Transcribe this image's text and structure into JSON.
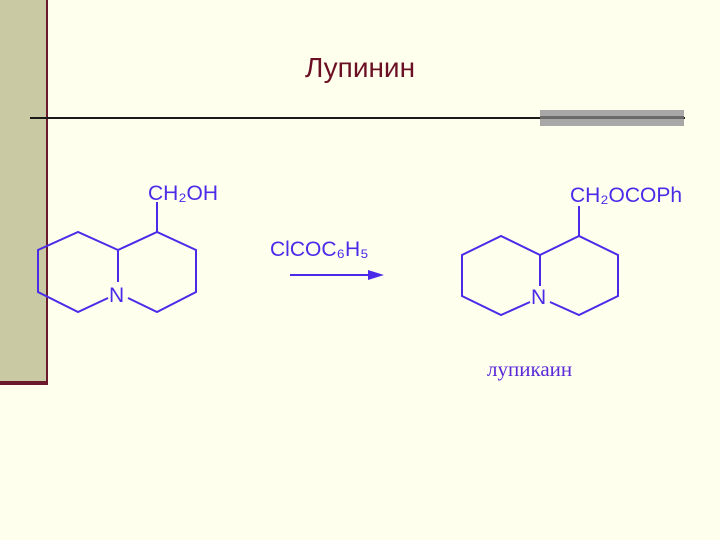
{
  "title": "Лупинин",
  "reactant": {
    "substituent": "CH₂OH",
    "ring_atom": "N"
  },
  "reagent": "ClCOC₆H₅",
  "product": {
    "substituent": "CH₂OCOPh",
    "ring_atom": "N",
    "name": "лупикаин"
  },
  "colors": {
    "structure": "#4B2BE8",
    "title": "#6B0F24",
    "background": "#FFFFEE",
    "sidebar": "#C9C9A3"
  }
}
